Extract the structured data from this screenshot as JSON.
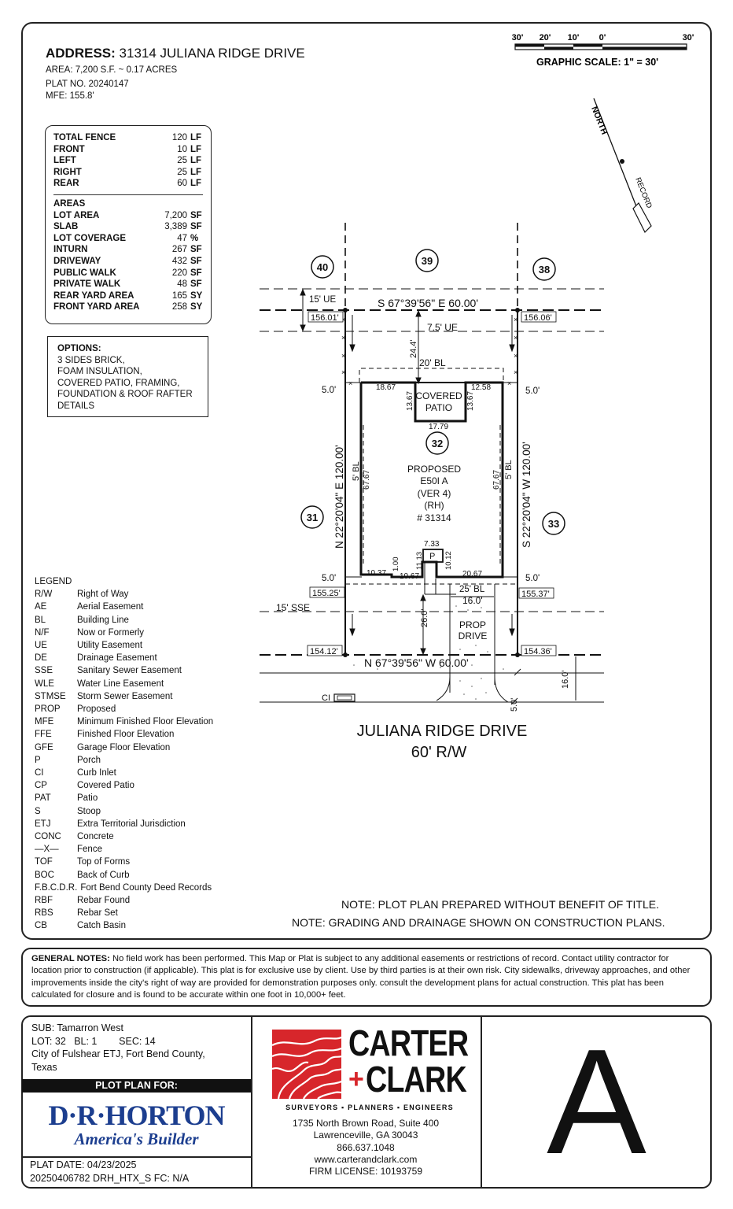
{
  "header": {
    "address_label": "ADDRESS:",
    "address": "31314 JULIANA RIDGE DRIVE",
    "area": "AREA: 7,200 S.F. ~ 0.17 ACRES",
    "plat_no": "PLAT NO. 20240147",
    "mfe": "MFE:  155.8'"
  },
  "scale": {
    "ticks": [
      "30'",
      "20'",
      "10'",
      "0'",
      "30'"
    ],
    "label": "GRAPHIC SCALE: 1\" = 30'"
  },
  "north": {
    "north_label": "NORTH",
    "record_label": "RECORD"
  },
  "fence_table": {
    "rows": [
      {
        "label": "TOTAL FENCE",
        "value": "120",
        "unit": "LF"
      },
      {
        "label": "FRONT",
        "value": "10",
        "unit": "LF"
      },
      {
        "label": "LEFT",
        "value": "25",
        "unit": "LF"
      },
      {
        "label": "RIGHT",
        "value": "25",
        "unit": "LF"
      },
      {
        "label": "REAR",
        "value": "60",
        "unit": "LF"
      }
    ],
    "areas_title": "AREAS",
    "areas": [
      {
        "label": "LOT AREA",
        "value": "7,200",
        "unit": "SF"
      },
      {
        "label": "SLAB",
        "value": "3,389",
        "unit": "SF"
      },
      {
        "label": "LOT COVERAGE",
        "value": "47",
        "unit": "%"
      },
      {
        "label": "INTURN",
        "value": "267",
        "unit": "SF"
      },
      {
        "label": "DRIVEWAY",
        "value": "432",
        "unit": "SF"
      },
      {
        "label": "PUBLIC WALK",
        "value": "220",
        "unit": "SF"
      },
      {
        "label": "PRIVATE WALK",
        "value": "48",
        "unit": "SF"
      },
      {
        "label": "REAR YARD AREA",
        "value": "165",
        "unit": "SY"
      },
      {
        "label": "FRONT YARD AREA",
        "value": "258",
        "unit": "SY"
      }
    ]
  },
  "options": {
    "title": "OPTIONS:",
    "lines": [
      "3 SIDES BRICK,",
      "FOAM INSULATION,",
      "COVERED PATIO, FRAMING,",
      "FOUNDATION & ROOF RAFTER",
      "DETAILS"
    ]
  },
  "legend": {
    "title": "LEGEND",
    "items": [
      {
        "k": "R/W",
        "v": "Right of Way"
      },
      {
        "k": "AE",
        "v": "Aerial Easement"
      },
      {
        "k": "BL",
        "v": "Building Line"
      },
      {
        "k": "N/F",
        "v": "Now or Formerly"
      },
      {
        "k": "UE",
        "v": "Utility Easement"
      },
      {
        "k": "DE",
        "v": "Drainage Easement"
      },
      {
        "k": "SSE",
        "v": "Sanitary Sewer Easement"
      },
      {
        "k": "WLE",
        "v": "Water Line Easement"
      },
      {
        "k": "STMSE",
        "v": "Storm Sewer Easement"
      },
      {
        "k": "PROP",
        "v": "Proposed"
      },
      {
        "k": "MFE",
        "v": "Minimum Finished Floor Elevation"
      },
      {
        "k": "FFE",
        "v": "Finished Floor Elevation"
      },
      {
        "k": "GFE",
        "v": "Garage Floor Elevation"
      },
      {
        "k": "P",
        "v": "Porch"
      },
      {
        "k": "CI",
        "v": "Curb Inlet"
      },
      {
        "k": "CP",
        "v": "Covered Patio"
      },
      {
        "k": "PAT",
        "v": "Patio"
      },
      {
        "k": "S",
        "v": "Stoop"
      },
      {
        "k": "ETJ",
        "v": "Extra Territorial Jurisdiction"
      },
      {
        "k": "CONC",
        "v": "Concrete"
      },
      {
        "k": "—X—",
        "v": "Fence"
      },
      {
        "k": "TOF",
        "v": "Top of Forms"
      },
      {
        "k": "BOC",
        "v": "Back of Curb"
      },
      {
        "k": "F.B.C.D.R.",
        "v": "Fort Bend County Deed Records"
      },
      {
        "k": "RBF",
        "v": "Rebar Found"
      },
      {
        "k": "RBS",
        "v": "Rebar Set"
      },
      {
        "k": "CB",
        "v": "Catch Basin"
      }
    ]
  },
  "plan": {
    "lots": {
      "l40": "40",
      "l39": "39",
      "l38": "38",
      "l31": "31",
      "l32": "32",
      "l33": "33"
    },
    "ue15": "15' UE",
    "rear_bearing": "S 67°39'56\" E  60.00'",
    "elev_rl": "156.01'",
    "elev_rr": "156.06'",
    "ue75": "7.5' UE",
    "dim_244": "24.4'",
    "bl20": "20' BL",
    "off5_tl": "5.0'",
    "off5_tr": "5.0'",
    "off5_bl": "5.0'",
    "off5_br": "5.0'",
    "d1867": "18.67",
    "d1258": "12.58",
    "patio_l": "13.67",
    "patio_r": "13.67",
    "covered": "COVERED",
    "patio": "PATIO",
    "d1779": "17.79",
    "left_bearing": "N 22°20'04\" E  120.00'",
    "right_bearing": "S 22°20'04\" W  120.00'",
    "bl5_l": "5' BL",
    "bl5_r": "5' BL",
    "d6767_l": "67.67",
    "d6767_r": "67.67",
    "house": [
      "PROPOSED",
      "E50I A",
      "(VER 4)",
      "(RH)",
      "# 31314"
    ],
    "d733": "7.33",
    "porch": "P",
    "d1113": "11.13",
    "d1012": "10.12",
    "d1037": "10.37",
    "d100": "1.00",
    "d1067": "10.67",
    "d2067": "20.67",
    "bl25": "25' BL",
    "d160a": "16.0'",
    "elev_fl": "155.25'",
    "elev_fr": "155.37'",
    "sse15": "15' SSE",
    "d260": "26.0'",
    "prop": "PROP",
    "drive": "DRIVE",
    "elev_bl": "154.12'",
    "elev_br": "154.36'",
    "front_bearing": "N 67°39'56\" W  60.00'",
    "d160b": "16.0'",
    "d50": "5.0'",
    "ci": "CI",
    "street": "JULIANA RIDGE DRIVE",
    "row": "60' R/W"
  },
  "notes": [
    "NOTE: PLOT PLAN PREPARED WITHOUT BENEFIT OF TITLE.",
    "NOTE: GRADING AND DRAINAGE SHOWN ON CONSTRUCTION PLANS."
  ],
  "general_notes": {
    "label": "GENERAL NOTES:",
    "text": " No field work has been performed. This Map or Plat is subject to any additional easements or restrictions of record. Contact utility contractor for location prior to construction (if applicable). This plat is for exclusive use by client. Use by third parties is at their own risk. City sidewalks, driveway approaches, and other improvements inside the city's right of way are provided for demonstration purposes only. consult the development plans for actual construction. This plat has been calculated for closure and is found to be accurate within one foot in 10,000+ feet."
  },
  "footer": {
    "sub": "SUB: Tamarron West",
    "lot": "LOT: 32   BL: 1        SEC: 14",
    "city": "City of Fulshear ETJ, Fort Bend County,",
    "state": "Texas",
    "plot_for": "PLOT PLAN FOR:",
    "drh_main": "D·R·HORTON",
    "drh_sub": "America's Builder",
    "plat_date": "PLAT DATE:  04/23/2025",
    "job": "20250406782  DRH_HTX_S  FC: N/A",
    "cc_carter": "CARTER",
    "cc_plus": "+",
    "cc_clark": "CLARK",
    "cc_tag": "SURVEYORS ▪ PLANNERS ▪ ENGINEERS",
    "cc_addr1": "1735 North Brown Road, Suite 400",
    "cc_addr2": "Lawrenceville, GA 30043",
    "cc_phone": "866.637.1048",
    "cc_web": "www.carterandclark.com",
    "cc_license": "FIRM LICENSE: 10193759",
    "sheet_letter": "A"
  },
  "colors": {
    "brand_red": "#d7262b",
    "drh_blue": "#1c3e8f",
    "ink": "#111111"
  }
}
